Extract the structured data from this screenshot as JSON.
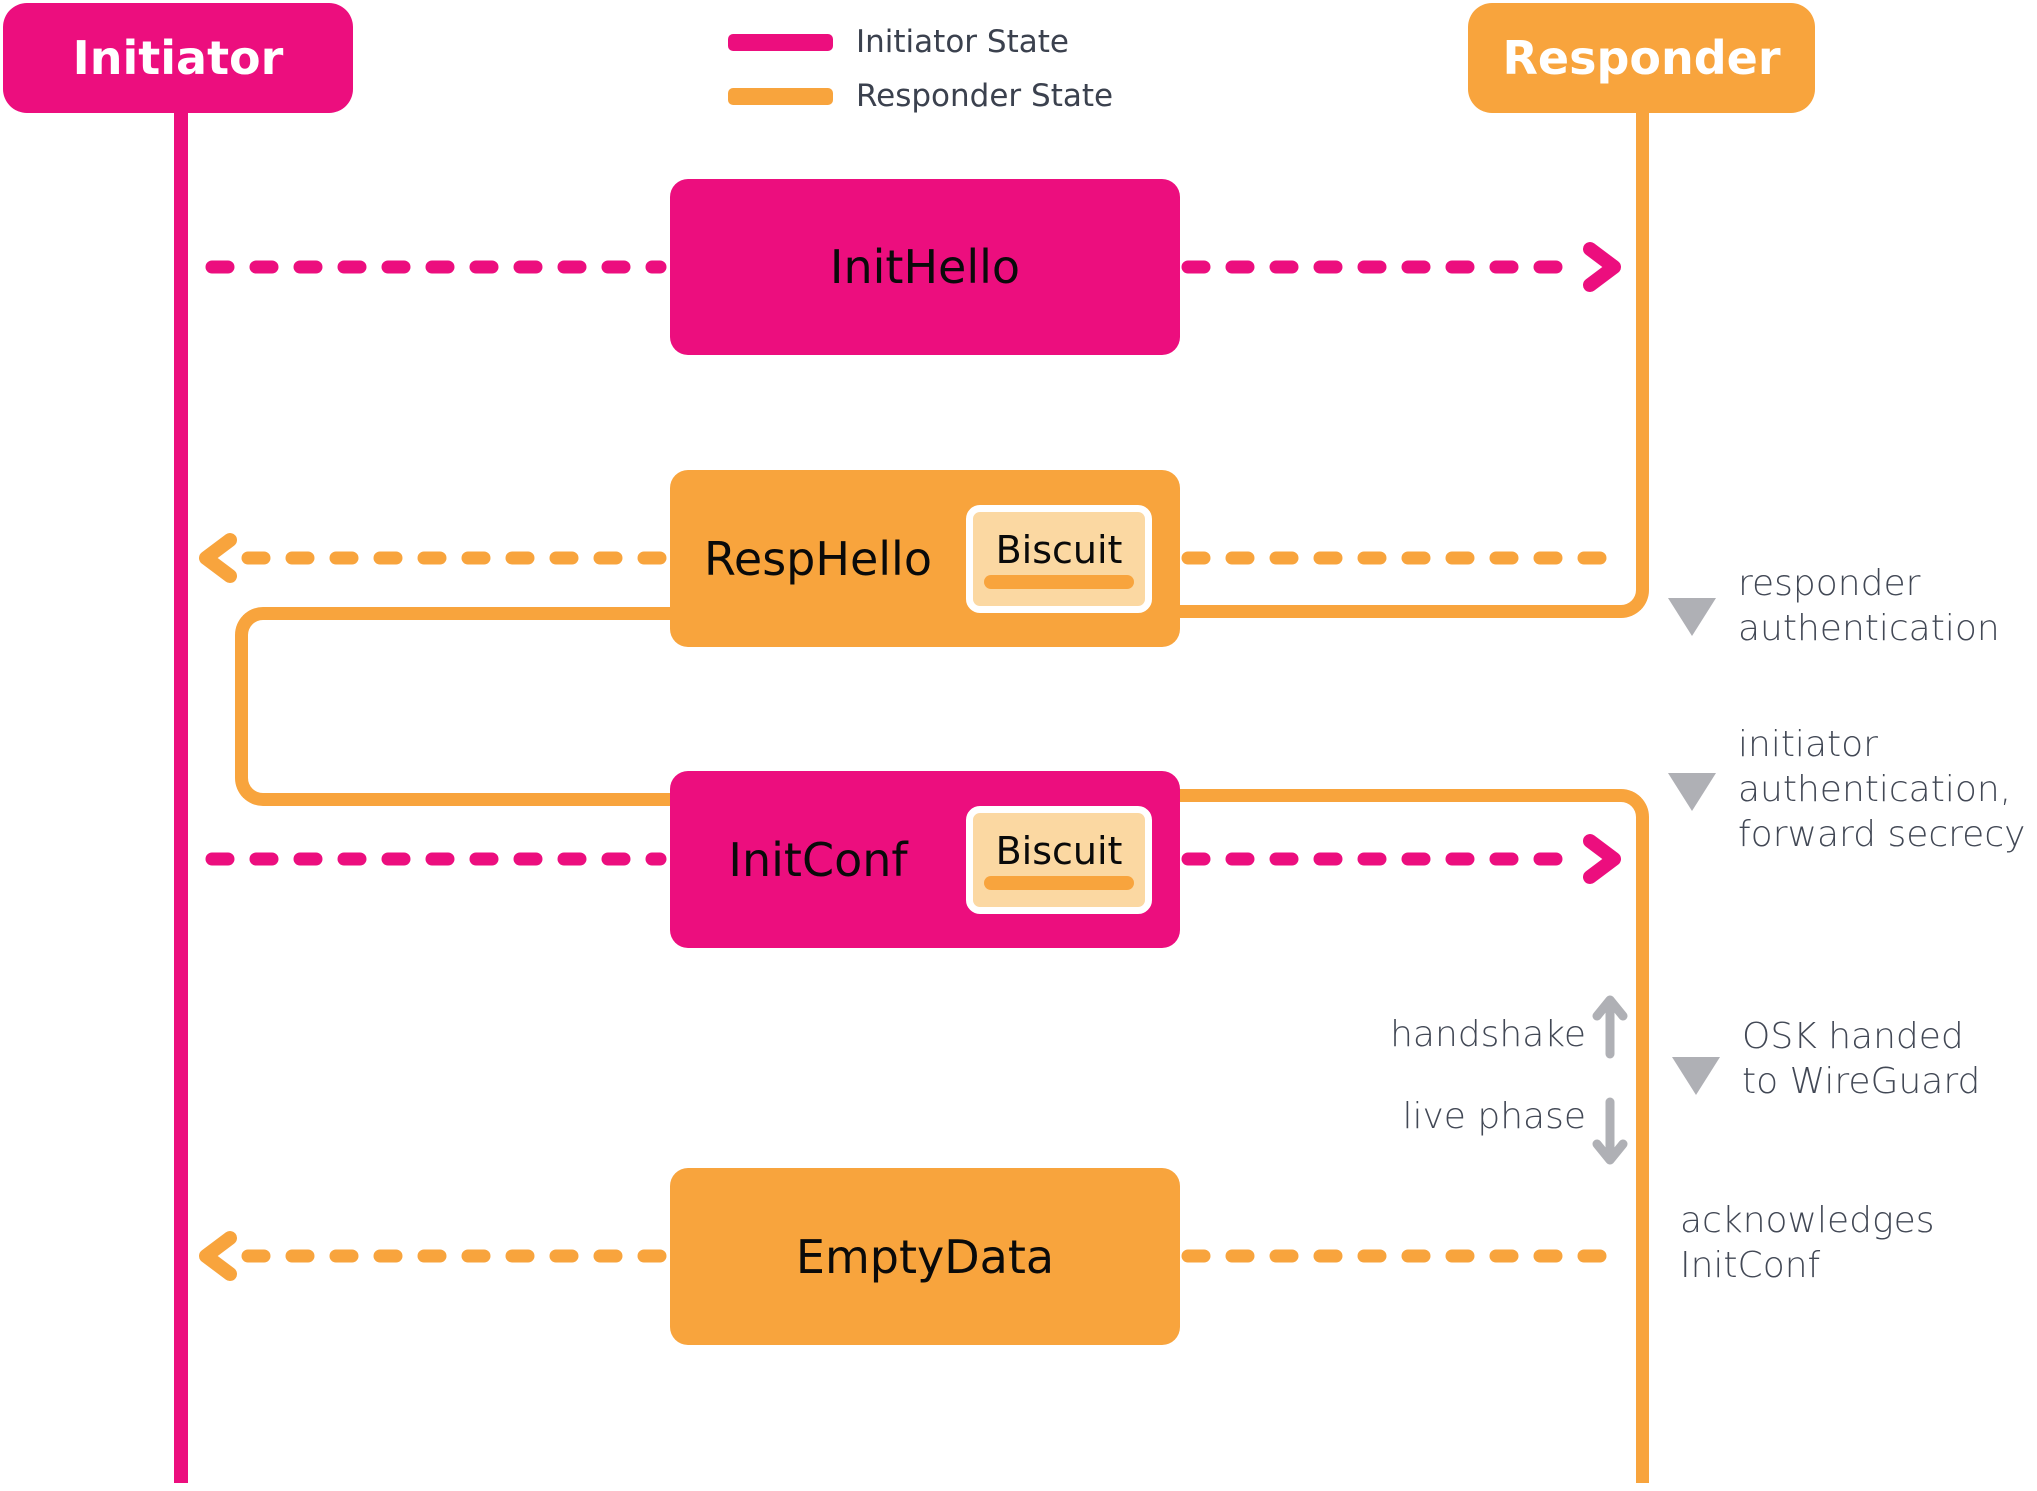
{
  "colors": {
    "initiator": "#EC0E7E",
    "responder": "#F8A43D",
    "biscuit_fill": "#FBD8A2",
    "biscuit_border": "#FFFFFF",
    "annotation_text": "#424855",
    "legend_text": "#3B414E",
    "marker_gray": "#AFB0B5",
    "box_label": "#0A0A0A",
    "background": "#FFFFFF"
  },
  "actors": {
    "initiator": {
      "label": "Initiator"
    },
    "responder": {
      "label": "Responder"
    }
  },
  "legend": {
    "items": [
      {
        "label": "Initiator State",
        "color": "#EC0E7E"
      },
      {
        "label": "Responder State",
        "color": "#F8A43D"
      }
    ]
  },
  "messages": [
    {
      "name": "InitHello",
      "from": "initiator",
      "to": "responder",
      "biscuit": false,
      "biscuit_label": ""
    },
    {
      "name": "RespHello",
      "from": "responder",
      "to": "initiator",
      "biscuit": true,
      "biscuit_label": "Biscuit"
    },
    {
      "name": "InitConf",
      "from": "initiator",
      "to": "responder",
      "biscuit": true,
      "biscuit_label": "Biscuit"
    },
    {
      "name": "EmptyData",
      "from": "responder",
      "to": "initiator",
      "biscuit": false,
      "biscuit_label": ""
    }
  ],
  "annotations": [
    {
      "text": "responder\nauthentication",
      "marker": "triangle"
    },
    {
      "text": "initiator\nauthentication,\nforward secrecy",
      "marker": "triangle"
    },
    {
      "text": "OSK handed\nto WireGuard",
      "marker": "triangle"
    },
    {
      "text": "acknowledges\nInitConf",
      "marker": "none"
    }
  ],
  "phase_labels": {
    "handshake": "handshake",
    "live": "live phase"
  }
}
